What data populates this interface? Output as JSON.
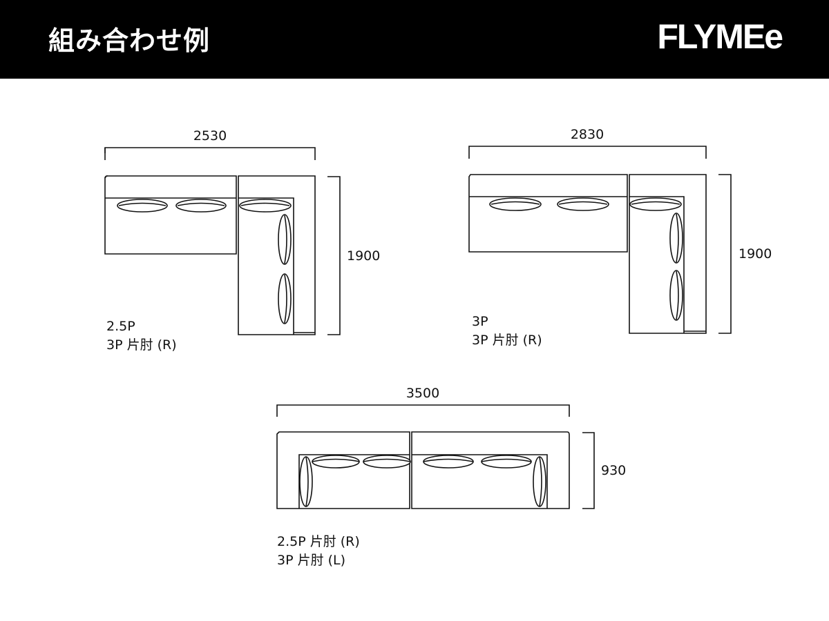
{
  "header": {
    "title": "組み合わせ例",
    "logo": "FLYMEe"
  },
  "examples": [
    {
      "width": "2530",
      "depth": "1900",
      "lines": [
        "2.5P",
        "3P 片肘 (R)"
      ]
    },
    {
      "width": "2830",
      "depth": "1900",
      "lines": [
        "3P",
        "3P 片肘 (R)"
      ]
    },
    {
      "width": "3500",
      "depth": "930",
      "lines": [
        "2.5P 片肘 (R)",
        "3P 片肘 (L)"
      ]
    }
  ]
}
